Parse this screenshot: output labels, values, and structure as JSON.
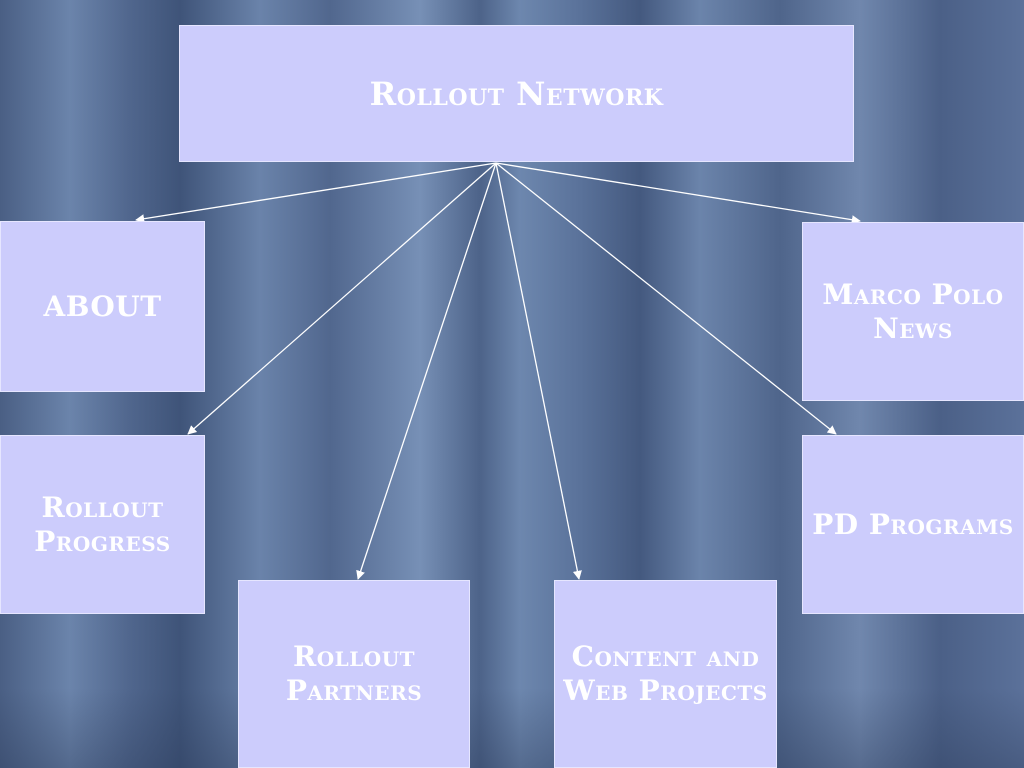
{
  "diagram": {
    "root": {
      "label": "Rollout Network"
    },
    "children": [
      {
        "id": "about",
        "label": "ABOUT"
      },
      {
        "id": "progress",
        "label": "Rollout\nProgress"
      },
      {
        "id": "partners",
        "label": "Rollout\nPartners"
      },
      {
        "id": "content",
        "label": "Content and\nWeb Projects"
      },
      {
        "id": "pd",
        "label": "PD Programs"
      },
      {
        "id": "marco",
        "label": "Marco Polo\nNews"
      }
    ],
    "colors": {
      "box_fill": "#ccccfc",
      "text": "#ffffff",
      "connector": "#ffffff",
      "background": "#5b719a"
    }
  }
}
